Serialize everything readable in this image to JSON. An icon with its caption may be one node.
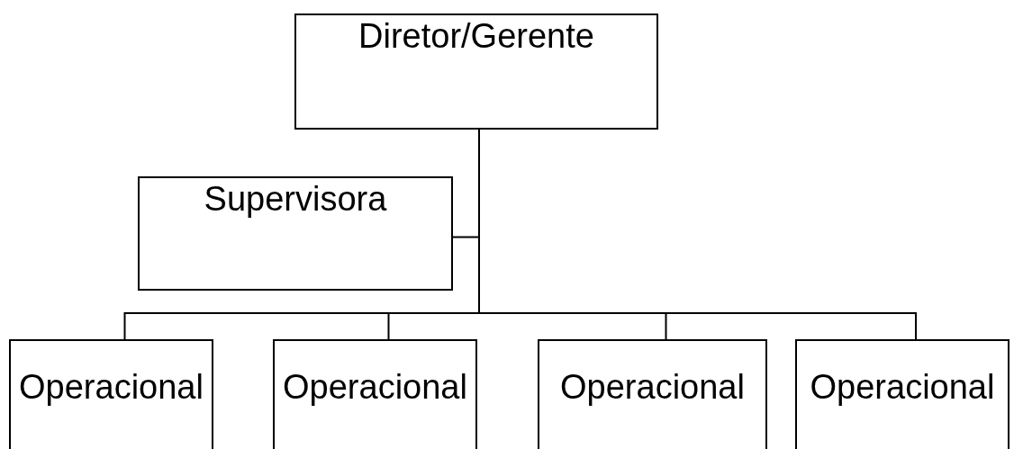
{
  "diagram": {
    "nodes": [
      {
        "text": [
          "Diretor/Gerente"
        ]
      },
      {
        "text": [
          "Supervisora"
        ]
      },
      {
        "text": [
          "Operacional"
        ]
      },
      {
        "text": [
          "Operacional"
        ]
      },
      {
        "text": [
          "Operacional"
        ]
      },
      {
        "text": [
          "Operacional"
        ]
      }
    ],
    "edges": [
      {
        "from": 0,
        "to": 1,
        "arrow": "none"
      },
      {
        "from": 0,
        "to": 2,
        "arrow": "none"
      },
      {
        "from": 0,
        "to": 3,
        "arrow": "none"
      },
      {
        "from": 0,
        "to": 4,
        "arrow": "none"
      },
      {
        "from": 0,
        "to": 5,
        "arrow": "none"
      }
    ]
  }
}
